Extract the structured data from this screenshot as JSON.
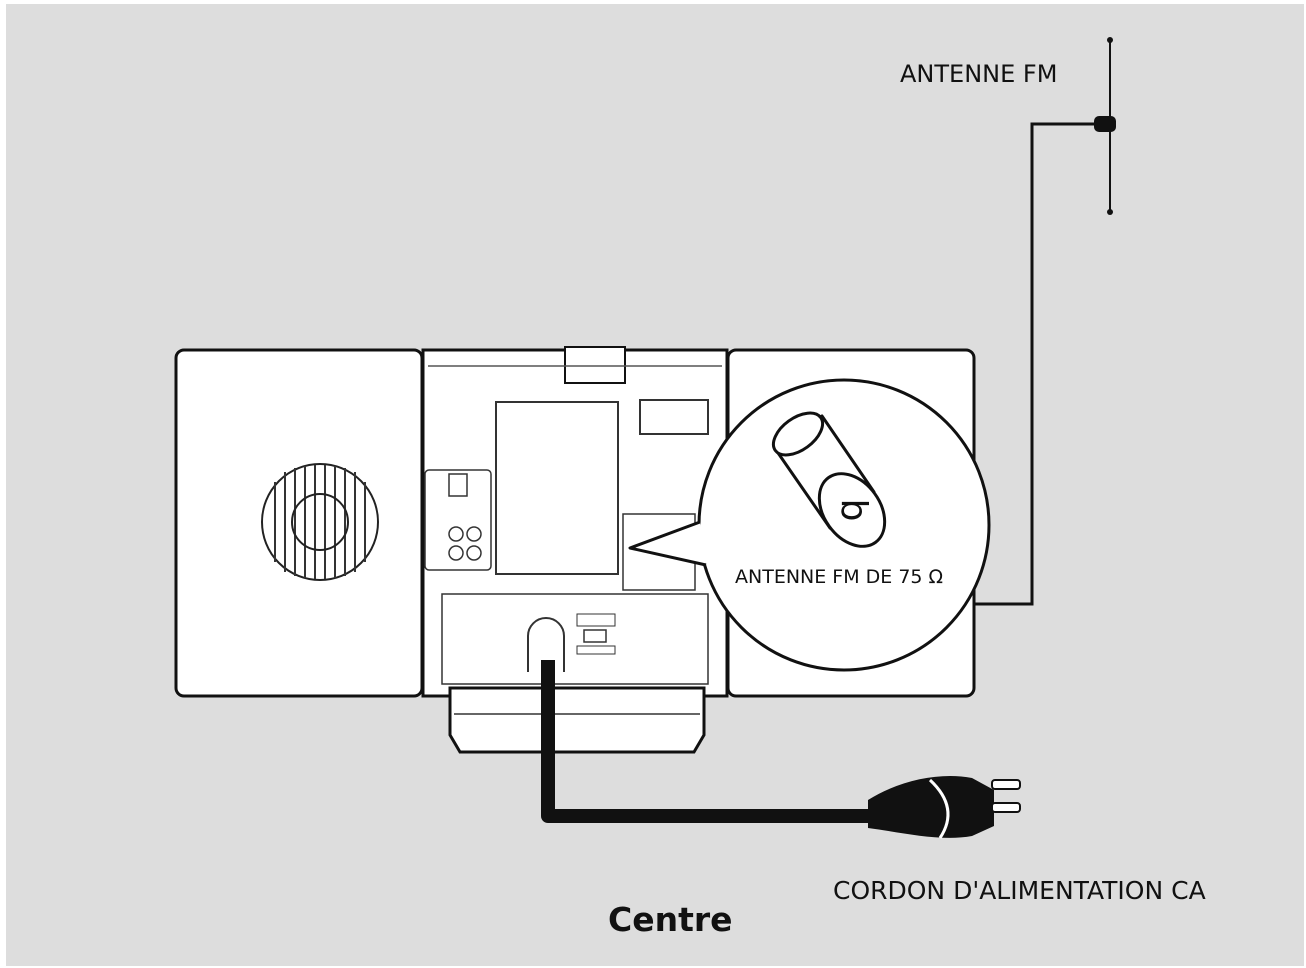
{
  "labels": {
    "fm_antenna": "ANTENNE FM",
    "fm_antenna_75": "ANTENNE FM DE 75 Ω",
    "ac_cord": "CORDON D'ALIMENTATION CA",
    "caption": "Centre"
  },
  "colors": {
    "background": "#dddddd",
    "device_fill": "#ffffff",
    "line": "#111111"
  }
}
